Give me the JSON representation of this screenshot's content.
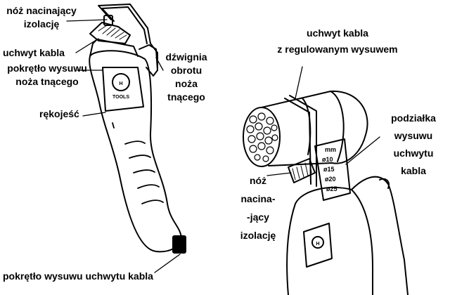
{
  "labels": {
    "noz_left_1": "nóż nacinający",
    "noz_left_2": "izolację",
    "uchwyt_kabla": "uchwyt kabla",
    "pokretlo_1": "pokrętło wysuwu",
    "pokretlo_2": "noża tnącego",
    "dzwignia_1": "dźwignia",
    "dzwignia_2": "obrotu",
    "dzwignia_3": "noża",
    "dzwignia_4": "tnącego",
    "rekojesc": "rękojeść",
    "pokretlo_uchwytu": "pokrętło wysuwu uchwytu kabla",
    "uchwyt_reg_1": "uchwyt kabla",
    "uchwyt_reg_2": "z regulowanym wysuwem",
    "podzialka_1": "podziałka",
    "podzialka_2": "wysuwu",
    "podzialka_3": "uchwytu",
    "podzialka_4": "kabla",
    "noz_right_1": "nóż",
    "noz_right_2": "nacina-",
    "noz_right_3": "-jący",
    "noz_right_4": "izolację"
  },
  "logo": {
    "letter": "H",
    "text": "TOOLS"
  },
  "scale": {
    "unit": "mm",
    "ticks": [
      "ø10",
      "ø15",
      "ø20",
      "ø25"
    ]
  }
}
